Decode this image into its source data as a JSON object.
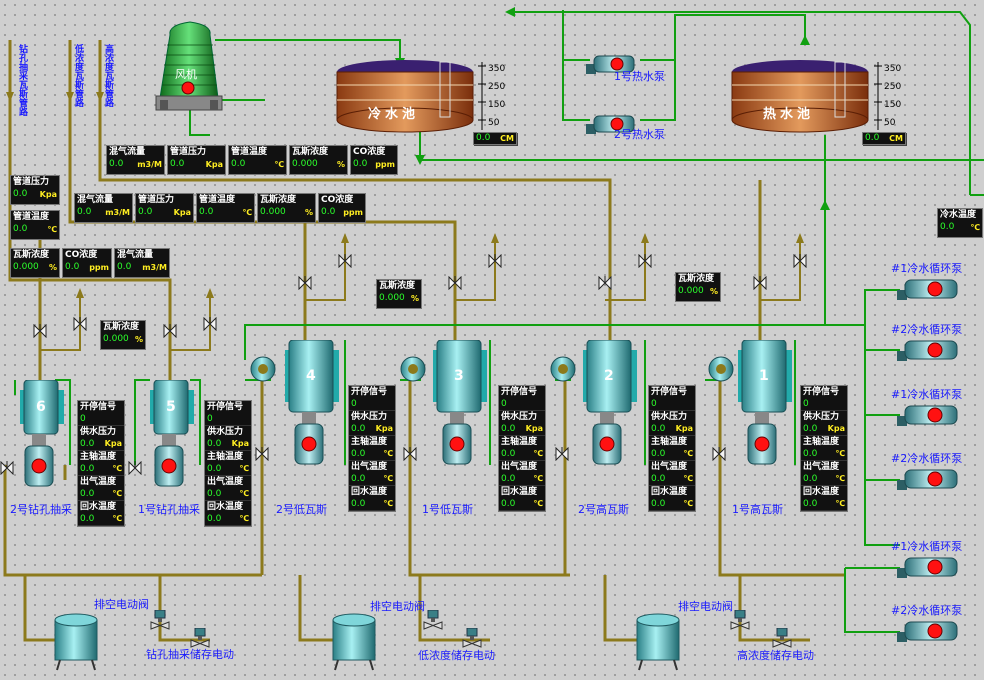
{
  "cooling_tower": {
    "label": "风机"
  },
  "cold_pool": {
    "label": "冷水池",
    "level": "0.0",
    "unit": "CM",
    "scale": [
      "350",
      "250",
      "150",
      "50"
    ]
  },
  "hot_pool": {
    "label": "热水池",
    "level": "0.0",
    "unit": "CM",
    "scale": [
      "350",
      "250",
      "150",
      "50"
    ]
  },
  "hot_pumps": [
    {
      "label": "1号热水泵"
    },
    {
      "label": "2号热水泵"
    }
  ],
  "pipe_labels": [
    "钻孔抽采瓦斯管路",
    "低浓度瓦斯管路",
    "高浓度瓦斯管路"
  ],
  "header_top": [
    {
      "title": "混气流量",
      "value": "0.0",
      "unit": "m3/M"
    },
    {
      "title": "管道压力",
      "value": "0.0",
      "unit": "Kpa"
    },
    {
      "title": "管道温度",
      "value": "0.0",
      "unit": "℃"
    },
    {
      "title": "瓦斯浓度",
      "value": "0.000",
      "unit": "%"
    },
    {
      "title": "CO浓度",
      "value": "0.0",
      "unit": "ppm"
    }
  ],
  "header_mid": [
    {
      "title": "混气流量",
      "value": "0.0",
      "unit": "m3/M"
    },
    {
      "title": "管道压力",
      "value": "0.0",
      "unit": "Kpa"
    },
    {
      "title": "管道温度",
      "value": "0.0",
      "unit": "℃"
    },
    {
      "title": "瓦斯浓度",
      "value": "0.000",
      "unit": "%"
    },
    {
      "title": "CO浓度",
      "value": "0.0",
      "unit": "ppm"
    }
  ],
  "left_gauges": [
    {
      "title": "管道压力",
      "value": "0.0",
      "unit": "Kpa"
    },
    {
      "title": "管道温度",
      "value": "0.0",
      "unit": "℃"
    }
  ],
  "left_row": [
    {
      "title": "瓦斯浓度",
      "value": "0.000",
      "unit": "%"
    },
    {
      "title": "CO浓度",
      "value": "0.0",
      "unit": "ppm"
    },
    {
      "title": "混气流量",
      "value": "0.0",
      "unit": "m3/M"
    }
  ],
  "concentration_boxes": [
    {
      "title": "瓦斯浓度",
      "value": "0.000",
      "unit": "%"
    },
    {
      "title": "瓦斯浓度",
      "value": "0.000",
      "unit": "%"
    },
    {
      "title": "瓦斯浓度",
      "value": "0.000",
      "unit": "%"
    }
  ],
  "cold_water_temp": {
    "title": "冷水温度",
    "value": "0.0",
    "unit": "℃"
  },
  "station_panel_fields": [
    {
      "title": "开停信号",
      "value": "0",
      "unit": ""
    },
    {
      "title": "供水压力",
      "value": "0.0",
      "unit": "Kpa"
    },
    {
      "title": "主轴温度",
      "value": "0.0",
      "unit": "℃"
    },
    {
      "title": "出气温度",
      "value": "0.0",
      "unit": "℃"
    },
    {
      "title": "回水温度",
      "value": "0.0",
      "unit": "℃"
    }
  ],
  "stations": [
    {
      "number": "6",
      "label": "2号钻孔抽采"
    },
    {
      "number": "5",
      "label": "1号钻孔抽采"
    },
    {
      "number": "4",
      "label": "2号低瓦斯"
    },
    {
      "number": "3",
      "label": "1号低瓦斯"
    },
    {
      "number": "2",
      "label": "2号高瓦斯"
    },
    {
      "number": "1",
      "label": "1号高瓦斯"
    }
  ],
  "circulation_pumps": [
    {
      "label": "#1冷水循环泵"
    },
    {
      "label": "#2冷水循环泵"
    },
    {
      "label": "#1冷水循环泵"
    },
    {
      "label": "#2冷水循环泵"
    },
    {
      "label": "#1冷水循环泵"
    },
    {
      "label": "#2冷水循环泵"
    }
  ],
  "tanks": [
    {
      "vent_label": "排空电动阀",
      "storage_label": "钻孔抽采储存电动"
    },
    {
      "vent_label": "排空电动阀",
      "storage_label": "低浓度储存电动"
    },
    {
      "vent_label": "排空电动阀",
      "storage_label": "高浓度储存电动"
    }
  ],
  "colors": {
    "gas_pipe": "#8c7a1c",
    "water_pipe": "#11a011",
    "pump_red": "#ff1111",
    "tank": "#3fb4b8"
  }
}
